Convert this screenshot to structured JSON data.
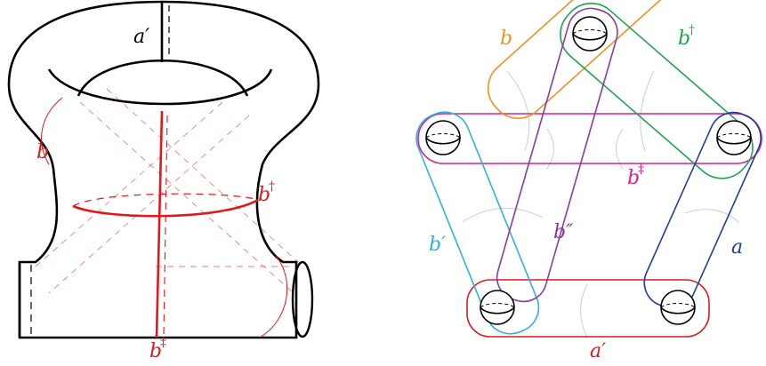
{
  "left_figure": {
    "labels": {
      "a_prime": "a′",
      "b": "b",
      "b_dagger_base": "b",
      "b_dagger_mark": "†",
      "b_ddagger_base": "b",
      "b_ddagger_mark": "‡"
    },
    "colors": {
      "outline": "#000000",
      "curve": "#e0191b",
      "faint": "#b8b8b8"
    }
  },
  "right_figure": {
    "labels": {
      "b": "b",
      "b_dagger_base": "b",
      "b_dagger_mark": "†",
      "b_ddagger_base": "b",
      "b_ddagger_mark": "‡",
      "b_prime": "b′",
      "b_double_prime": "b″",
      "a": "a",
      "a_prime": "a′"
    },
    "colors": {
      "b": "#f0921e",
      "b_dagger": "#1fa552",
      "b_ddagger": "#e01e8c",
      "b_prime": "#2bb1e2",
      "b_double_prime": "#8b3aa5",
      "a": "#223d9a",
      "a_prime": "#e0191b"
    }
  }
}
